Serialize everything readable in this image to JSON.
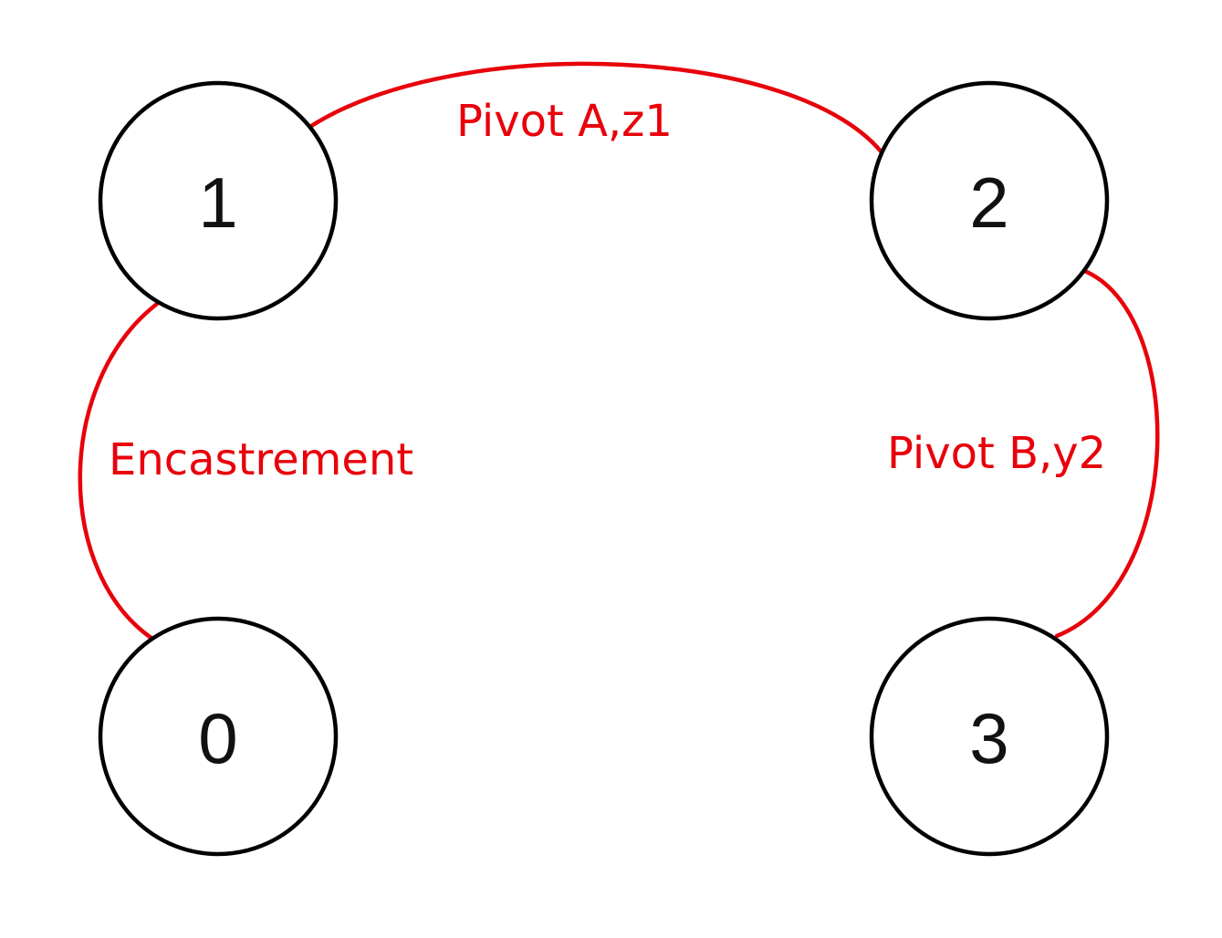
{
  "diagram": {
    "type": "liaison-graph",
    "link_color": "#e8000b",
    "node_stroke_color": "#000000",
    "nodes": [
      {
        "id": "n0",
        "label": "0"
      },
      {
        "id": "n1",
        "label": "1"
      },
      {
        "id": "n2",
        "label": "2"
      },
      {
        "id": "n3",
        "label": "3"
      }
    ],
    "links": [
      {
        "id": "link-1-2",
        "from": "1",
        "to": "2",
        "label": "Pivot A,z1"
      },
      {
        "id": "link-2-3",
        "from": "2",
        "to": "3",
        "label": "Pivot B,y2"
      },
      {
        "id": "link-1-0",
        "from": "1",
        "to": "0",
        "label": "Encastrement"
      }
    ]
  }
}
